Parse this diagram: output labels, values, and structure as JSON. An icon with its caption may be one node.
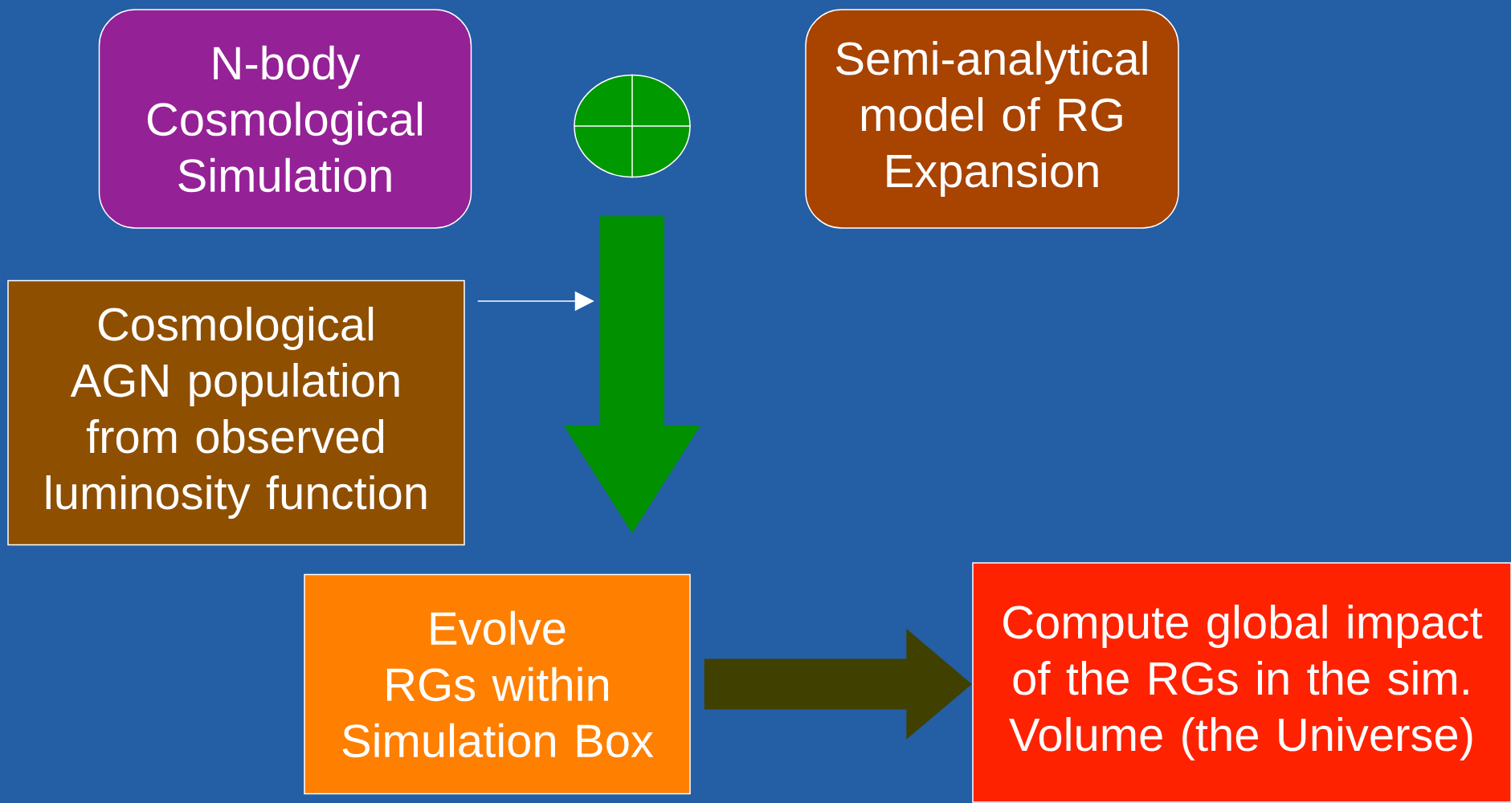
{
  "diagram": {
    "nodes": [
      {
        "text": [
          "N-body Cosmological Simulation"
        ]
      },
      {
        "text": [],
        "shape": "circle"
      },
      {
        "text": [
          "Semi-analytical model of RG Expansion"
        ]
      },
      {
        "text": [
          "Cosmological AGN population from observed luminosity function"
        ]
      },
      {
        "text": [
          "Evolve RGs within Simulation Box"
        ]
      },
      {
        "text": [
          "Compute global impact of the RGs in the sim. Volume (the Universe)"
        ]
      }
    ],
    "edges": [
      {
        "from": 1,
        "to": 4,
        "arrow": "to",
        "color": "#009000"
      },
      {
        "from": 3,
        "to": null,
        "arrow": "to",
        "color": "#ffffff"
      },
      {
        "from": 4,
        "to": 5,
        "arrow": "to",
        "color": "#404000"
      }
    ]
  }
}
